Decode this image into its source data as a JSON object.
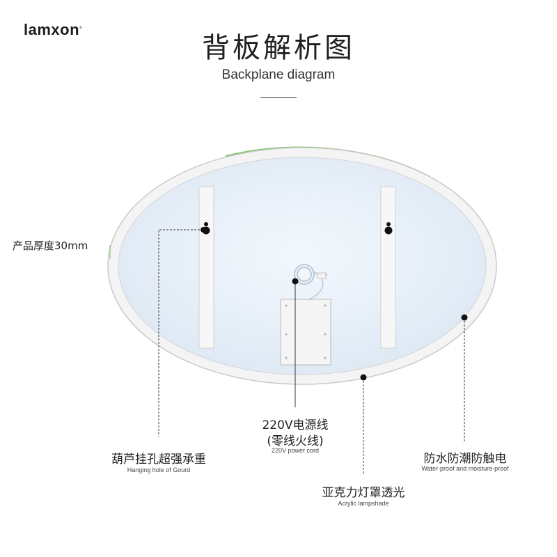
{
  "brand": {
    "logo_text": "lamxon"
  },
  "header": {
    "title": "背板解析图",
    "subtitle": "Backplane diagram"
  },
  "annotations": {
    "thickness": "产品厚度30mm",
    "power": {
      "cn_line1": "220V电源线",
      "cn_line2": "(零线火线)",
      "en": "220V power cord"
    },
    "hanging": {
      "cn": "葫芦挂孔超强承重",
      "en": "Hanging hole of Gourd"
    },
    "lampshade": {
      "cn": "亚克力灯罩透光",
      "en": "Acrylic lampshade"
    },
    "waterproof": {
      "cn": "防水防潮防触电",
      "en": "Water-proof and moisture-proof"
    }
  },
  "colors": {
    "mirror_fill": "#e9f1fa",
    "frame": "#f4f4f4",
    "frame_edge": "#c9c9c9",
    "green_edge": "#7fc46a",
    "leader": "#333333"
  }
}
